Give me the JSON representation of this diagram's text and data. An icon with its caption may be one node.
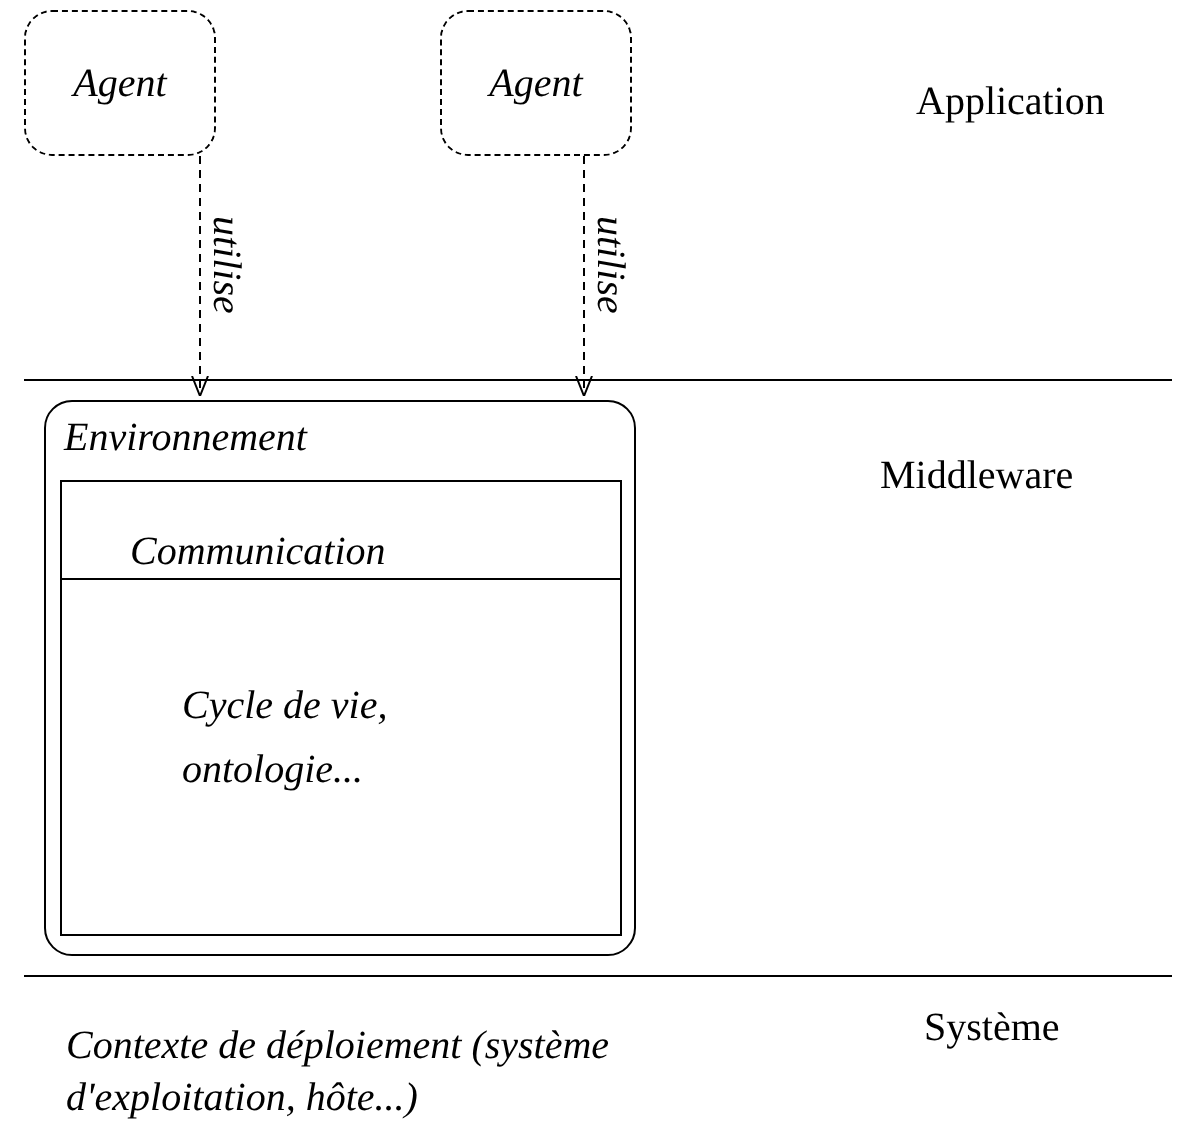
{
  "diagram": {
    "nodes": [
      {
        "text": [
          "Agent"
        ]
      },
      {
        "text": [
          "Agent"
        ]
      },
      {
        "text": [
          "Environnement"
        ]
      },
      {
        "text": [
          "Communication",
          "Cycle de vie, ontologie..."
        ],
        "in": 2
      }
    ],
    "edges": [
      {
        "from": 0,
        "to": 2,
        "arrow": "to",
        "label": "utilise",
        "style": "dashed"
      },
      {
        "from": 1,
        "to": 2,
        "arrow": "to",
        "label": "utilise",
        "style": "dashed"
      }
    ],
    "labels": [
      "Application",
      "Middleware",
      "Système",
      "Contexte de déploiement (système d'exploitation, hôte...)"
    ]
  }
}
